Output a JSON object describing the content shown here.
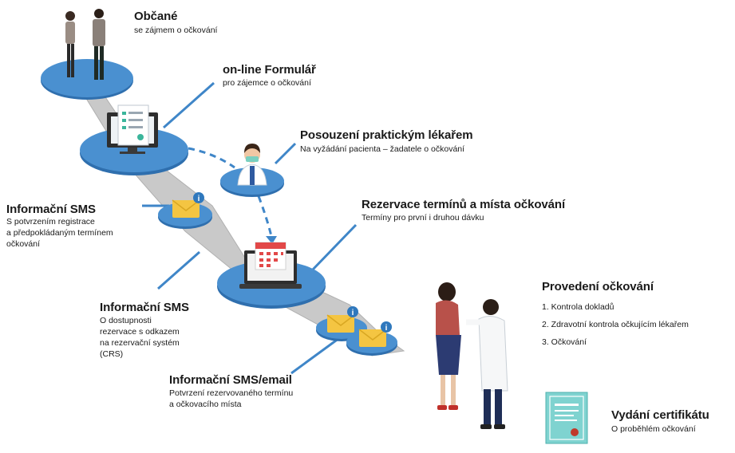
{
  "colors": {
    "disc": "#4a90d0",
    "disc_edge": "#2f6fae",
    "path": "#c9c9c9",
    "path_edge": "#a6a6a6",
    "leader": "#3f86c8",
    "envelope": "#f4c542",
    "info_badge": "#2f78bd",
    "calendar": "#e24848",
    "certificate": "#7fd3d0"
  },
  "stations": {
    "citizens": {
      "title": "Občané",
      "subtitle": "se zájmem o očkování"
    },
    "form": {
      "title": "on-line Formulář",
      "subtitle": "pro zájemce o očkování"
    },
    "doctor": {
      "title": "Posouzení praktickým lékařem",
      "subtitle": "Na vyžádání pacienta – žadatele o očkování"
    },
    "sms1": {
      "title": "Informační SMS",
      "subtitle": "S potvrzením registrace\na předpokládaným termínem\nočkování"
    },
    "booking": {
      "title": "Rezervace termínů a místa očkování",
      "subtitle": "Termíny pro první i druhou dávku"
    },
    "sms2": {
      "title": "Informační SMS",
      "subtitle": "O dostupnosti\nrezervace s odkazem\nna rezervační systém\n(CRS)"
    },
    "sms_email": {
      "title": "Informační SMS/email",
      "subtitle": "Potvrzení rezervovaného termínu\na očkovacího místa"
    },
    "vaccination": {
      "title": "Provedení očkování",
      "steps": [
        "1.   Kontrola dokladů",
        "2.   Zdravotní kontrola očkujícím lékařem",
        "3.   Očkování"
      ]
    },
    "certificate": {
      "title": "Vydání certifikátu",
      "subtitle": "O proběhlém očkování"
    }
  }
}
